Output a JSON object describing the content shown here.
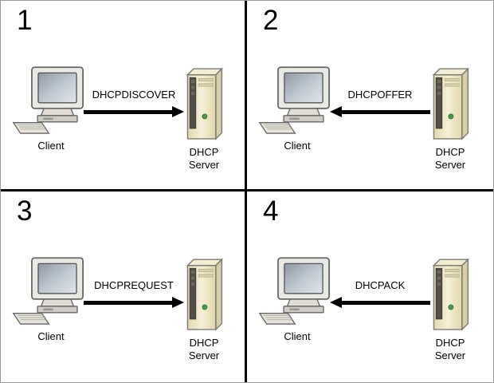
{
  "colors": {
    "background": "#ffffff",
    "divider_line": "#000000",
    "arrow": "#000000",
    "server_body": "#efe5c3",
    "monitor_body": "#e9e9e3",
    "power_led": "#43a047"
  },
  "icons": {
    "client": "desktop-computer-icon",
    "server": "server-tower-icon",
    "arrow_head": "arrow-head-icon"
  },
  "quadrants": [
    {
      "number": "1",
      "client_label": "Client",
      "server_label": "DHCP Server",
      "arrow": {
        "label": "DHCPDISCOVER",
        "direction": "right",
        "from": "Client",
        "to": "DHCP Server"
      }
    },
    {
      "number": "2",
      "client_label": "Client",
      "server_label": "DHCP Server",
      "arrow": {
        "label": "DHCPOFFER",
        "direction": "left",
        "from": "DHCP Server",
        "to": "Client"
      }
    },
    {
      "number": "3",
      "client_label": "Client",
      "server_label": "DHCP Server",
      "arrow": {
        "label": "DHCPREQUEST",
        "direction": "right",
        "from": "Client",
        "to": "DHCP Server"
      }
    },
    {
      "number": "4",
      "client_label": "Client",
      "server_label": "DHCP Server",
      "arrow": {
        "label": "DHCPACK",
        "direction": "left",
        "from": "DHCP Server",
        "to": "Client"
      }
    }
  ]
}
